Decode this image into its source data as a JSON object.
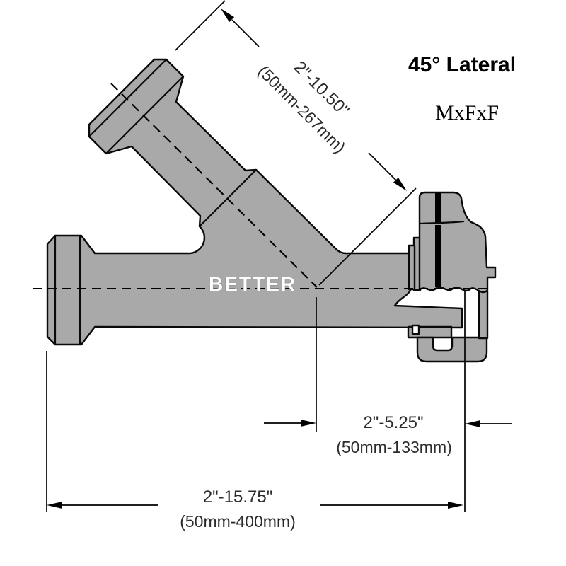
{
  "title": "45° Lateral",
  "subtitle": "MxFxF",
  "watermark": "BETTER",
  "dimensions": {
    "branch_length": {
      "inches": "2\"-10.50\"",
      "metric": "(50mm-267mm)"
    },
    "center_to_face": {
      "inches": "2\"-5.25\"",
      "metric": "(50mm-133mm)"
    },
    "overall_length": {
      "inches": "2\"-15.75\"",
      "metric": "(50mm-400mm)"
    }
  },
  "colors": {
    "body": "#a9a9a9",
    "line": "#0a0a0a",
    "background": "#ffffff",
    "watermark_fill": "#fdfdfd",
    "watermark_stroke": "#8f8f8f"
  }
}
